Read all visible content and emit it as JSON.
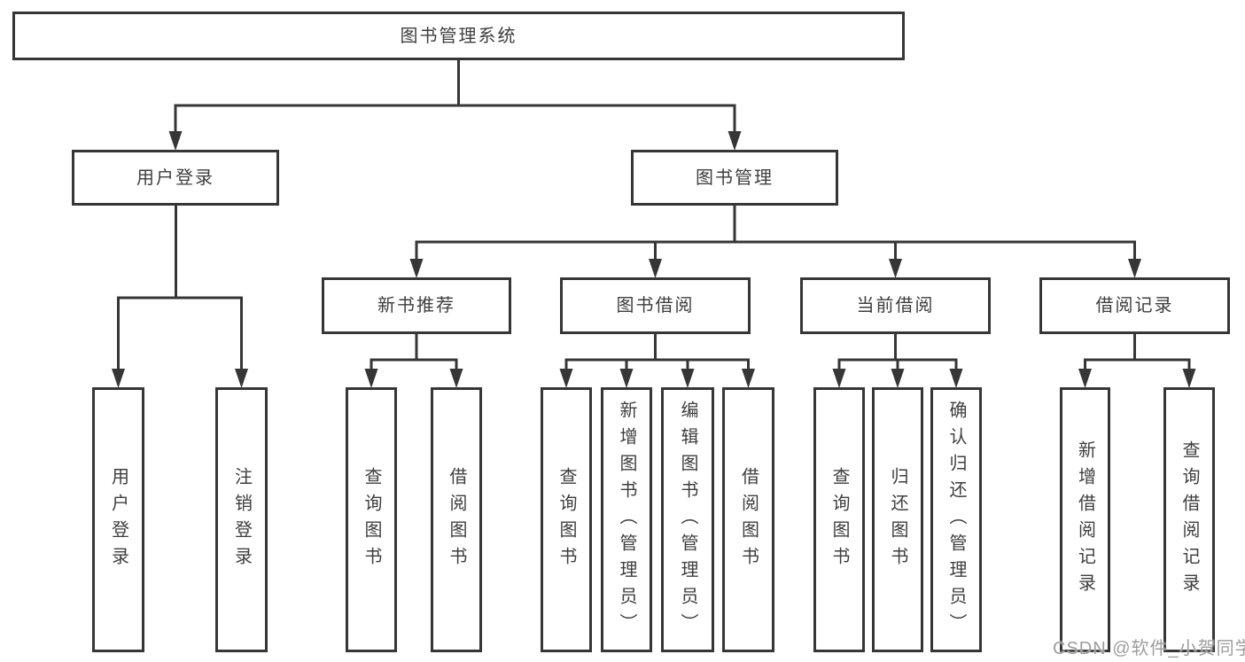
{
  "diagram_type": "hierarchy-tree",
  "tree": {
    "root": {
      "label": "图书管理系统",
      "children": [
        {
          "label": "用户登录",
          "children": [
            {
              "label": "用户登录"
            },
            {
              "label": "注销登录"
            }
          ]
        },
        {
          "label": "图书管理",
          "children": [
            {
              "label": "新书推荐",
              "children": [
                {
                  "label": "查询图书"
                },
                {
                  "label": "借阅图书"
                }
              ]
            },
            {
              "label": "图书借阅",
              "children": [
                {
                  "label": "查询图书"
                },
                {
                  "label": "新增图书（管理员）"
                },
                {
                  "label": "编辑图书（管理员）"
                },
                {
                  "label": "借阅图书"
                }
              ]
            },
            {
              "label": "当前借阅",
              "children": [
                {
                  "label": "查询图书"
                },
                {
                  "label": "归还图书"
                },
                {
                  "label": "确认归还（管理员）"
                }
              ]
            },
            {
              "label": "借阅记录",
              "children": [
                {
                  "label": "新增借阅记录"
                },
                {
                  "label": "查询借阅记录"
                }
              ]
            }
          ]
        }
      ]
    }
  },
  "watermark": {
    "text": "CSDN @软件_小贺同学"
  },
  "colors": {
    "background": "#ffffff",
    "box_border": "#363636",
    "box_fill": "#ffffff",
    "connector_line": "#363636",
    "arrowhead": "#363636",
    "text": "#3e3e3e",
    "watermark_text": "#9d9d9d"
  }
}
